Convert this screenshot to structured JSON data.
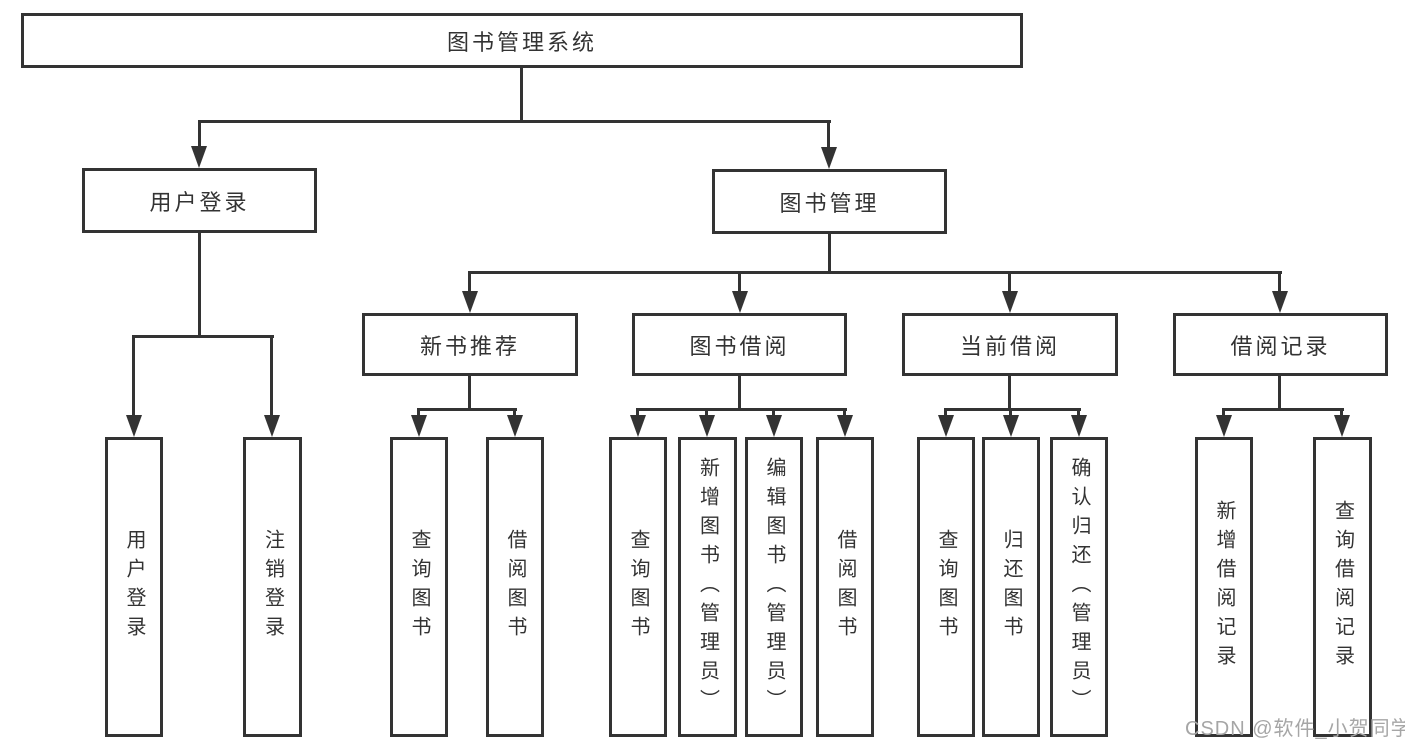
{
  "colors": {
    "line": "#333333",
    "text": "#333333",
    "watermark": "#a6a6a6",
    "background": "#ffffff"
  },
  "tree": {
    "label": "图书管理系统",
    "children": [
      {
        "label": "用户登录",
        "children": [
          {
            "label": "用户登录"
          },
          {
            "label": "注销登录"
          }
        ]
      },
      {
        "label": "图书管理",
        "children": [
          {
            "label": "新书推荐",
            "children": [
              {
                "label": "查询图书"
              },
              {
                "label": "借阅图书"
              }
            ]
          },
          {
            "label": "图书借阅",
            "children": [
              {
                "label": "查询图书"
              },
              {
                "label": "新增图书（管理员）"
              },
              {
                "label": "编辑图书（管理员）"
              },
              {
                "label": "借阅图书"
              }
            ]
          },
          {
            "label": "当前借阅",
            "children": [
              {
                "label": "查询图书"
              },
              {
                "label": "归还图书"
              },
              {
                "label": "确认归还（管理员）"
              }
            ]
          },
          {
            "label": "借阅记录",
            "children": [
              {
                "label": "新增借阅记录"
              },
              {
                "label": "查询借阅记录"
              }
            ]
          }
        ]
      }
    ]
  },
  "watermark": {
    "text": "CSDN @软件_小贺同学"
  }
}
